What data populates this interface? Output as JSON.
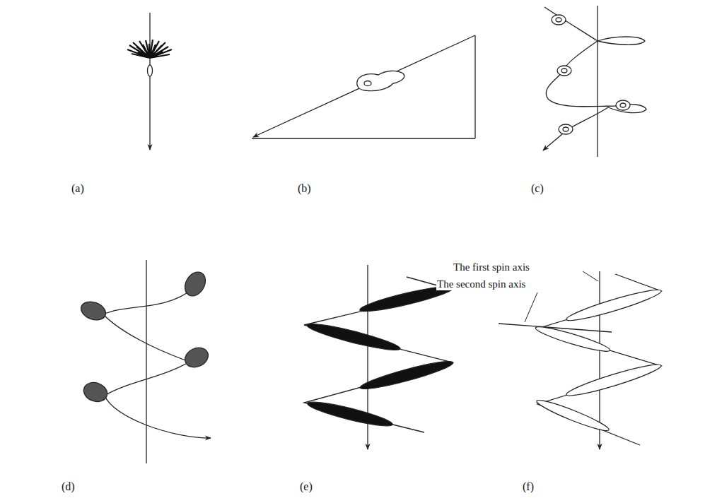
{
  "diagram": {
    "labels": [
      "(a)",
      "(b)",
      "(c)",
      "(d)",
      "(e)",
      "(f)",
      "The first spin axis",
      "The second spin axis"
    ]
  }
}
